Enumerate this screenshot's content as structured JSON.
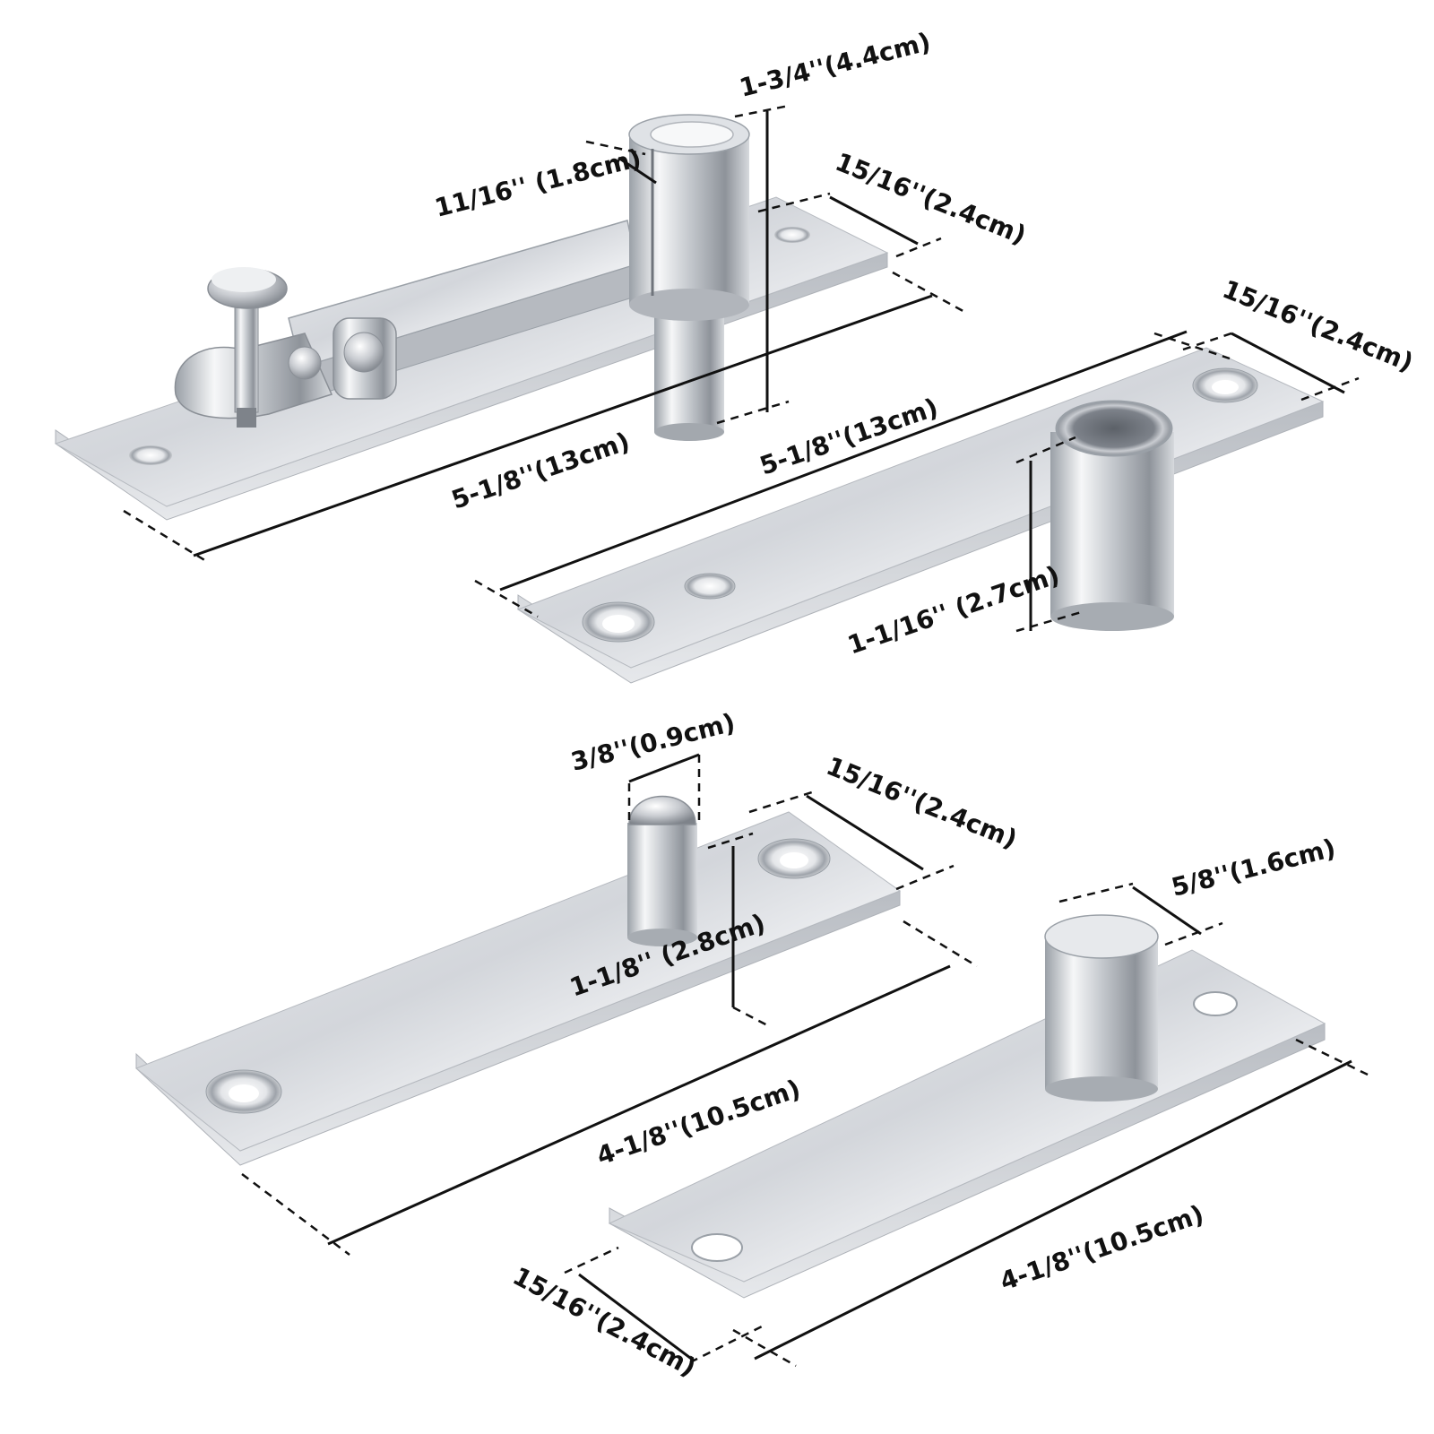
{
  "colors": {
    "steel_light": "#f2f3f5",
    "steel_mid": "#c9ccd1",
    "steel_dark": "#8e939a",
    "ink": "#111111"
  },
  "labels": {
    "top_pivot_height": "1-3/4''(4.4cm)",
    "top_pivot_diameter": "11/16'' (1.8cm)",
    "top_plate_width": "15/16''(2.4cm)",
    "top_plate_length": "5-1/8''(13cm)",
    "bottom_plate_width": "15/16''(2.4cm)",
    "bottom_plate_length": "5-1/8''(13cm)",
    "bottom_socket_depth": "1-1/16'' (2.7cm)",
    "pin_diameter": "3/8''(0.9cm)",
    "pin_plate_width": "15/16''(2.4cm)",
    "pin_height": "1-1/8'' (2.8cm)",
    "pin_plate_length": "4-1/8''(10.5cm)",
    "post_diameter": "5/8''(1.6cm)",
    "post_plate_length": "4-1/8''(10.5cm)",
    "post_plate_width": "15/16''(2.4cm)"
  }
}
